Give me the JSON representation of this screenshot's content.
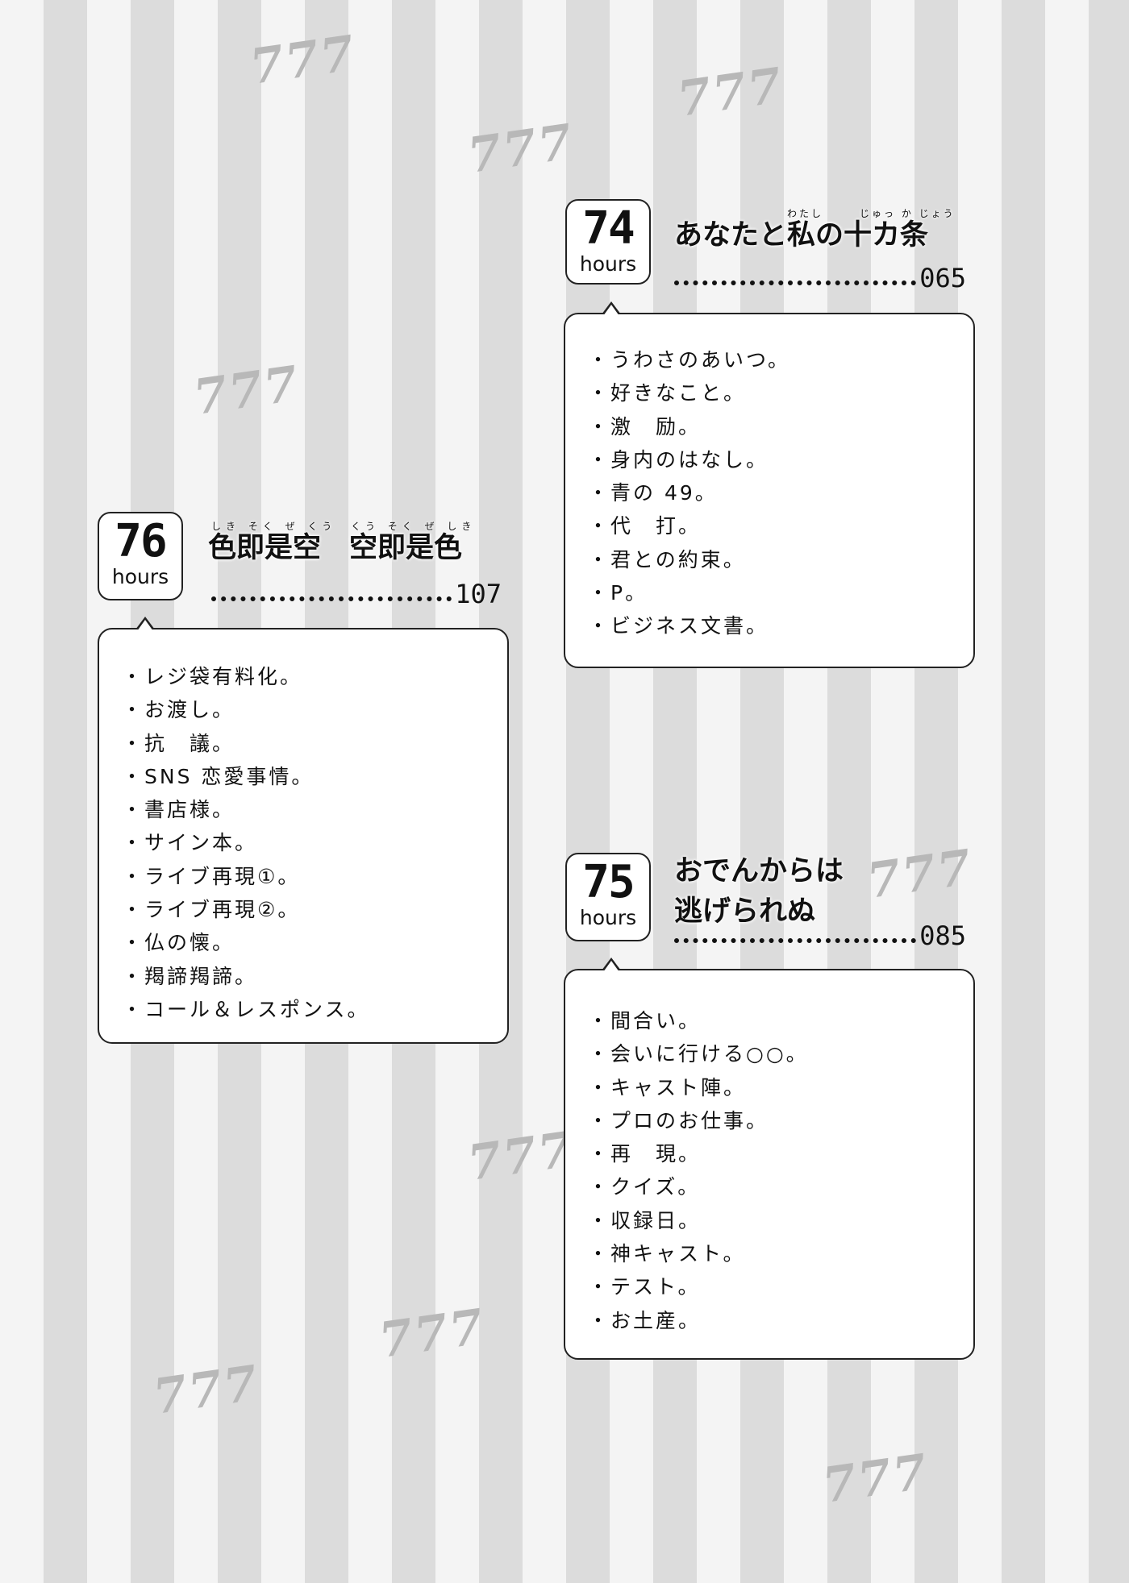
{
  "chapters": [
    {
      "number": "74",
      "unit": "hours",
      "ruby": "わたし　　　じゅっ か じょう",
      "title_lines": [
        "あなたと私の十カ条"
      ],
      "page": "065",
      "items": [
        "うわさのあいつ。",
        "好きなこと。",
        "激　励。",
        "身内のはなし。",
        "青の 49。",
        "代　打。",
        "君との約束。",
        "P。",
        "ビジネス文書。"
      ]
    },
    {
      "number": "76",
      "unit": "hours",
      "ruby": "しき そく ぜ くう　くう そく ぜ しき",
      "title_lines": [
        "色即是空　空即是色"
      ],
      "page": "107",
      "items": [
        "レジ袋有料化。",
        "お渡し。",
        "抗　議。",
        "SNS 恋愛事情。",
        "書店様。",
        "サイン本。",
        "ライブ再現①。",
        "ライブ再現②。",
        "仏の懐。",
        "羯諦羯諦。",
        "コール＆レスポンス。"
      ]
    },
    {
      "number": "75",
      "unit": "hours",
      "ruby": "",
      "title_lines": [
        "おでんからは",
        "逃げられぬ"
      ],
      "page": "085",
      "items": [
        "間合い。",
        "会いに行ける○○。",
        "キャスト陣。",
        "プロのお仕事。",
        "再　現。",
        "クイズ。",
        "収録日。",
        "神キャスト。",
        "テスト。",
        "お土産。"
      ]
    }
  ],
  "background": {
    "watermark": "777",
    "stripe_colors": [
      "#f4f4f4",
      "#dcdcdc"
    ]
  }
}
